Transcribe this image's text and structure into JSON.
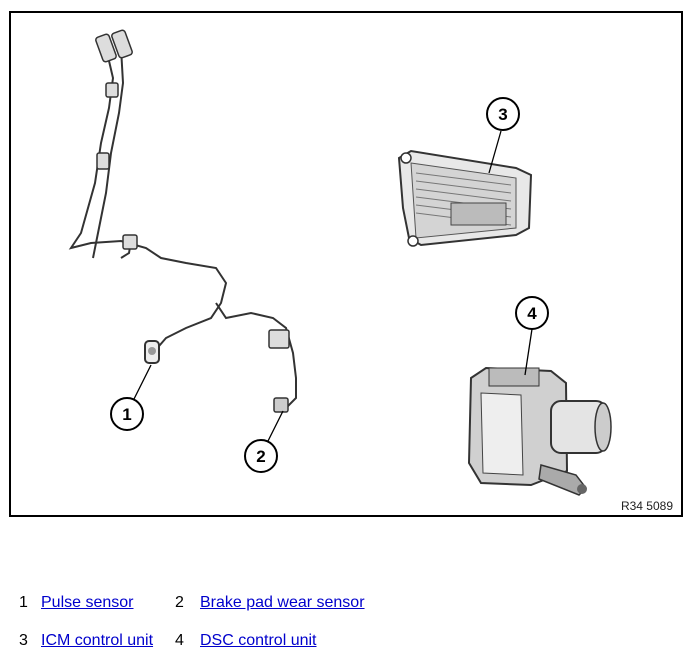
{
  "figure": {
    "reference_code": "R34 5089",
    "callouts": [
      "1",
      "2",
      "3",
      "4"
    ]
  },
  "legend": [
    {
      "number": "1",
      "label": "Pulse sensor"
    },
    {
      "number": "2",
      "label": "Brake pad wear sensor"
    },
    {
      "number": "3",
      "label": "ICM control unit"
    },
    {
      "number": "4",
      "label": "DSC control unit"
    }
  ]
}
